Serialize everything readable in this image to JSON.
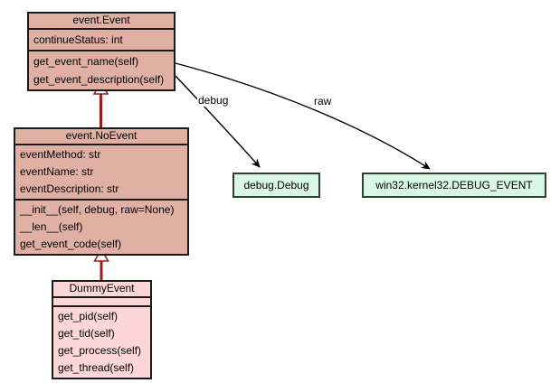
{
  "diagram_type": "uml-class-diagram",
  "colors": {
    "class_fill": "#e1b0a4",
    "highlighted_class_fill": "#fdd7d7",
    "module_fill": "#d9f7e6",
    "class_border": "#1a1a1a",
    "module_border": "#30402f",
    "inheritance_arrow": "#9b1c1c",
    "association_arrow": "#000000",
    "background": "#ffffff"
  },
  "classes": {
    "event": {
      "title": "event.Event",
      "attributes": [
        "continueStatus: int"
      ],
      "methods": [
        "get_event_name(self)",
        "get_event_description(self)"
      ]
    },
    "noevent": {
      "title": "event.NoEvent",
      "attributes": [
        "eventMethod: str",
        "eventName: str",
        "eventDescription: str"
      ],
      "methods": [
        "__init__(self, debug, raw=None)",
        "__len__(self)",
        "get_event_code(self)"
      ]
    },
    "dummy": {
      "title": "DummyEvent",
      "attributes": [],
      "methods": [
        "get_pid(self)",
        "get_tid(self)",
        "get_process(self)",
        "get_thread(self)"
      ]
    }
  },
  "modules": {
    "debug": {
      "label": "debug.Debug"
    },
    "debug_event": {
      "label": "win32.kernel32.DEBUG_EVENT"
    }
  },
  "edges": {
    "debug_label": "debug",
    "raw_label": "raw",
    "inheritance": [
      "event.NoEvent → event.Event",
      "DummyEvent → event.NoEvent"
    ]
  }
}
